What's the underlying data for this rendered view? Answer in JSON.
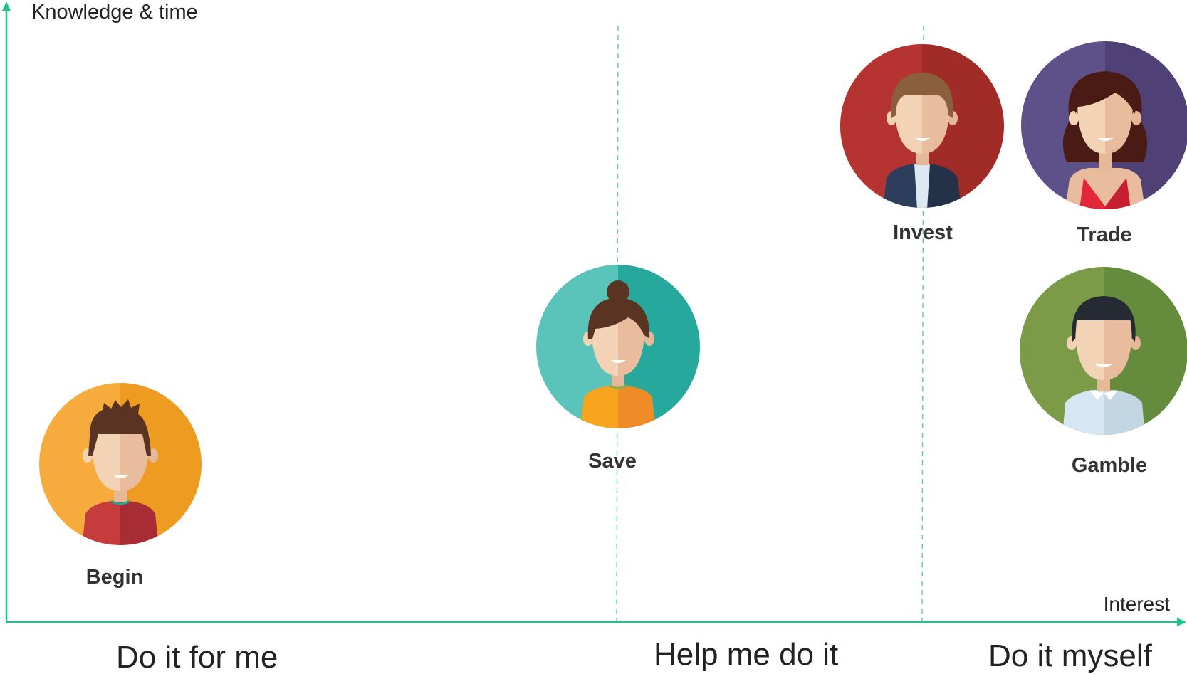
{
  "axes": {
    "y_label": "Knowledge & time",
    "x_label": "Interest",
    "color": "#1ec386"
  },
  "zones": [
    {
      "label": "Do it for me"
    },
    {
      "label": "Help me do it"
    },
    {
      "label": "Do it myself"
    }
  ],
  "divider_color": "#5fd0b3",
  "personas": [
    {
      "id": "begin",
      "label": "Begin",
      "bg_left": "#f7ab3c",
      "bg_right": "#ee9b22",
      "shirt": "#c63b3b",
      "shirt_dark": "#a82c33",
      "hair": "#5a3422",
      "icon": "boy-spiky-hair-icon"
    },
    {
      "id": "save",
      "label": "Save",
      "bg_left": "#5bc4ba",
      "bg_right": "#27a89c",
      "shirt": "#f6a31e",
      "shirt_dark": "#ef8c25",
      "hair": "#5a3422",
      "icon": "woman-bun-icon"
    },
    {
      "id": "invest",
      "label": "Invest",
      "bg_left": "#b53331",
      "bg_right": "#a12b26",
      "shirt": "#2c3e5c",
      "shirt_dark": "#233149",
      "hair": "#8b5e3c",
      "icon": "man-suit-icon"
    },
    {
      "id": "trade",
      "label": "Trade",
      "bg_left": "#5e5088",
      "bg_right": "#4f4175",
      "shirt": "#e4263a",
      "shirt_dark": "#c81e31",
      "hair": "#4a1b14",
      "icon": "woman-long-hair-icon"
    },
    {
      "id": "gamble",
      "label": "Gamble",
      "bg_left": "#7b9b48",
      "bg_right": "#658c3c",
      "shirt": "#d6e6f2",
      "shirt_dark": "#c3d6e4",
      "hair": "#262b33",
      "icon": "man-collar-shirt-icon"
    }
  ]
}
